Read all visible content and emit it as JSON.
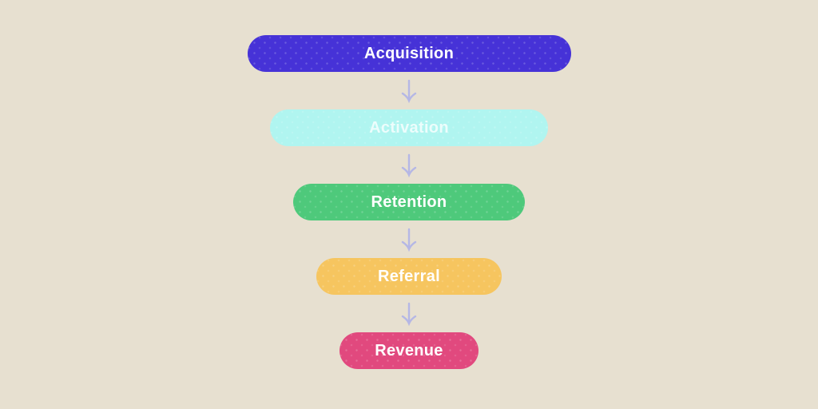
{
  "diagram": {
    "type": "funnel-flow",
    "background_color": "#e7e0d0",
    "stages": [
      {
        "label": "Acquisition",
        "color": "#4632d7",
        "label_color": "#ffffff"
      },
      {
        "label": "Activation",
        "color": "#b0f5f0",
        "label_color": "#ffffffc2"
      },
      {
        "label": "Retention",
        "color": "#4ec97b",
        "label_color": "#ffffff"
      },
      {
        "label": "Referral",
        "color": "#f6c55f",
        "label_color": "#ffffff"
      },
      {
        "label": "Revenue",
        "color": "#e1497e",
        "label_color": "#ffffff"
      }
    ],
    "connector": {
      "icon": "down-arrow-icon",
      "color": "#b5b7e5"
    }
  }
}
